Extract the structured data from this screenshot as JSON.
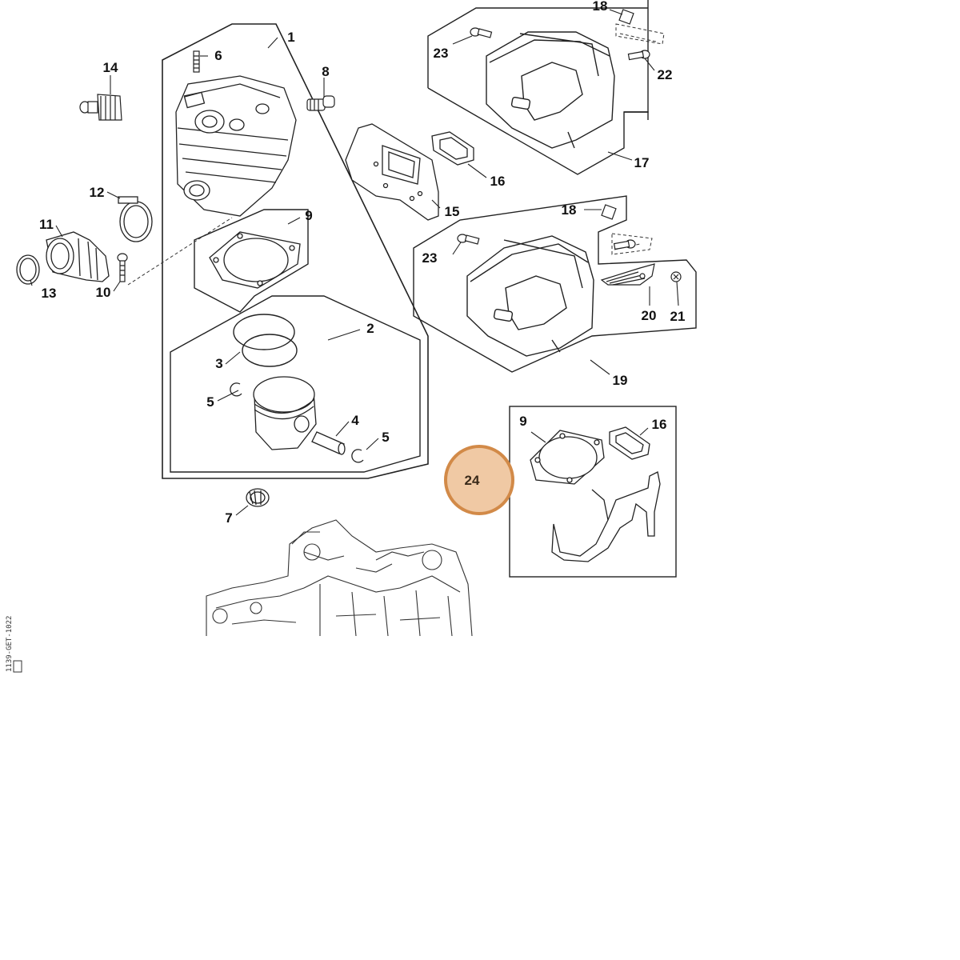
{
  "diagram": {
    "callouts": [
      {
        "id": "c1",
        "label": "1"
      },
      {
        "id": "c2",
        "label": "2"
      },
      {
        "id": "c3",
        "label": "3"
      },
      {
        "id": "c4",
        "label": "4"
      },
      {
        "id": "c5a",
        "label": "5"
      },
      {
        "id": "c5b",
        "label": "5"
      },
      {
        "id": "c6",
        "label": "6"
      },
      {
        "id": "c7",
        "label": "7"
      },
      {
        "id": "c8",
        "label": "8"
      },
      {
        "id": "c9a",
        "label": "9"
      },
      {
        "id": "c9b",
        "label": "9"
      },
      {
        "id": "c10",
        "label": "10"
      },
      {
        "id": "c11",
        "label": "11"
      },
      {
        "id": "c12",
        "label": "12"
      },
      {
        "id": "c13",
        "label": "13"
      },
      {
        "id": "c14",
        "label": "14"
      },
      {
        "id": "c15",
        "label": "15"
      },
      {
        "id": "c16a",
        "label": "16"
      },
      {
        "id": "c16b",
        "label": "16"
      },
      {
        "id": "c17",
        "label": "17"
      },
      {
        "id": "c18a",
        "label": "18"
      },
      {
        "id": "c18b",
        "label": "18"
      },
      {
        "id": "c19",
        "label": "19"
      },
      {
        "id": "c20",
        "label": "20"
      },
      {
        "id": "c21",
        "label": "21"
      },
      {
        "id": "c22",
        "label": "22"
      },
      {
        "id": "c23a",
        "label": "23"
      },
      {
        "id": "c23b",
        "label": "23"
      }
    ],
    "highlight": {
      "label": "24",
      "color": "#f0c9a4",
      "border": "#d28a48"
    },
    "ref_code": "1139-GET-1022"
  }
}
